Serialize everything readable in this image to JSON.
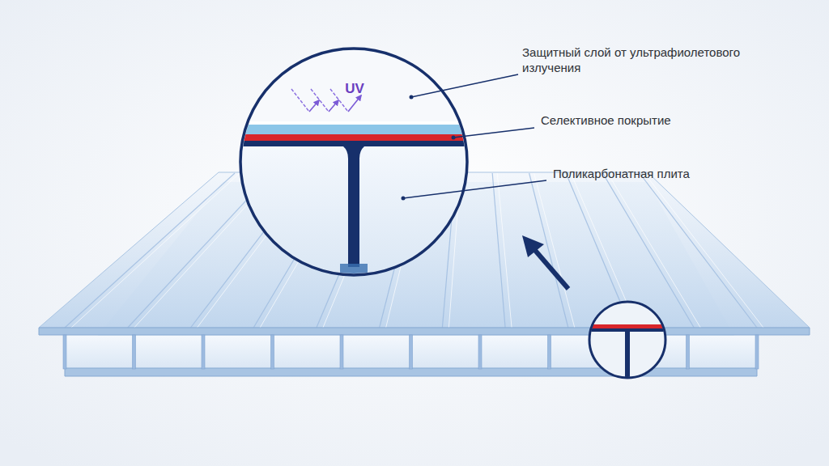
{
  "diagram": {
    "labels": [
      "UV",
      "Защитный слой от ультрафиолетового излучения",
      "Селективное покрытие",
      "Поликарбонатная плита"
    ]
  }
}
